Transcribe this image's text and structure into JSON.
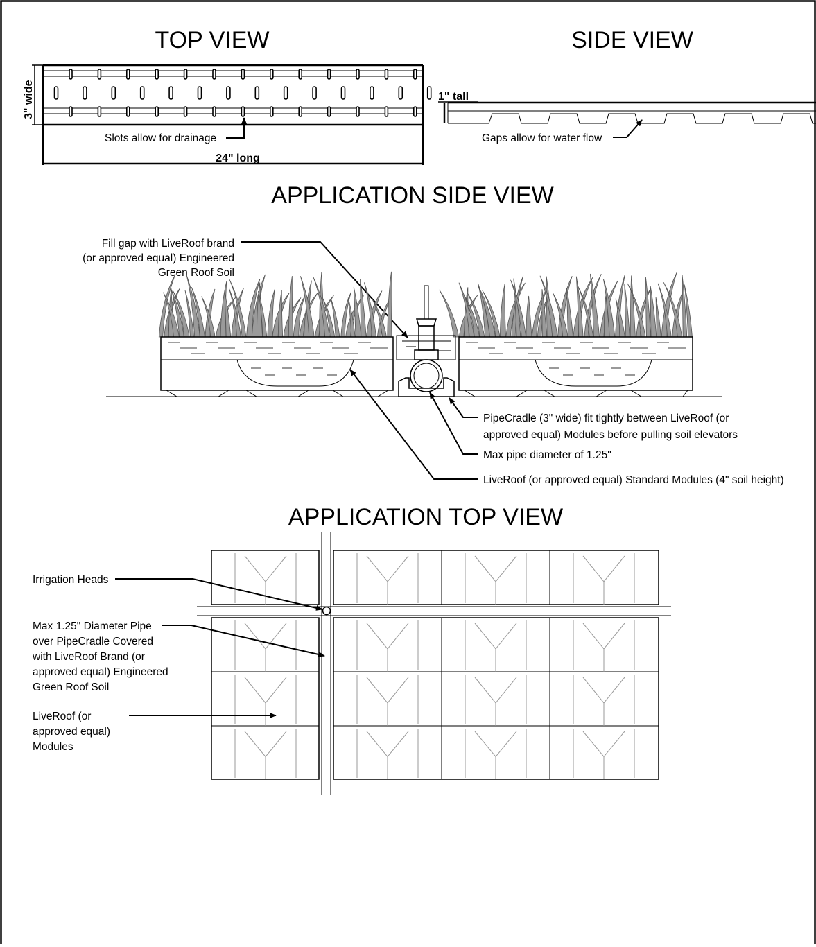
{
  "top_view": {
    "title": "TOP VIEW",
    "dim_wide": "3\" wide",
    "dim_long": "24\" long",
    "callout_slots": "Slots allow for drainage"
  },
  "side_view": {
    "title": "SIDE VIEW",
    "dim_tall": "1\" tall",
    "callout_gaps": "Gaps allow for water flow"
  },
  "application_side_view": {
    "title": "APPLICATION SIDE VIEW",
    "fill_gap_lines": [
      "Fill gap with LiveRoof brand",
      "(or approved equal) Engineered",
      "Green Roof Soil"
    ],
    "pipecradle_lines": [
      "PipeCradle (3\" wide) fit tightly between LiveRoof (or",
      "approved equal) Modules before pulling soil elevators"
    ],
    "max_pipe": "Max pipe diameter of 1.25\"",
    "standard_modules": "LiveRoof (or approved equal) Standard Modules (4\" soil height)"
  },
  "application_top_view": {
    "title": "APPLICATION TOP VIEW",
    "irrigation_heads": "Irrigation Heads",
    "pipe_lines": [
      "Max 1.25\" Diameter Pipe",
      "over PipeCradle Covered",
      "with LiveRoof Brand (or",
      "approved equal) Engineered",
      "Green Roof Soil"
    ],
    "modules_lines": [
      "LiveRoof (or",
      "approved equal)",
      "Modules"
    ]
  }
}
